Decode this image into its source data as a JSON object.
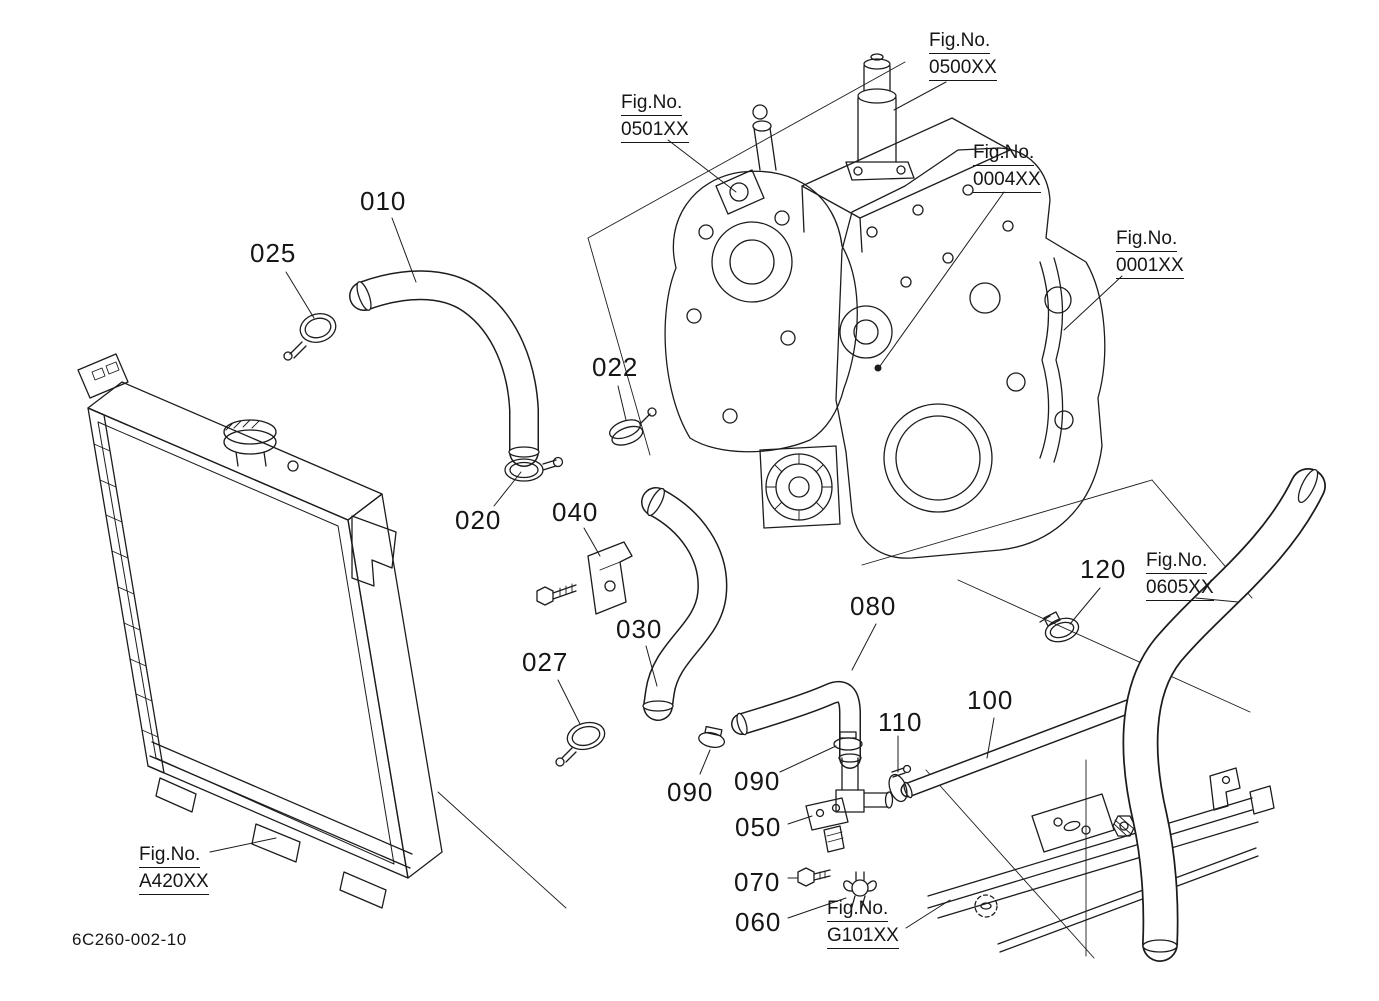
{
  "page": {
    "background_color": "#ffffff",
    "line_color": "#1c1c1c"
  },
  "drawing": {
    "code": "6C260-002-10"
  },
  "part_labels": [
    {
      "id": "010",
      "text": "010"
    },
    {
      "id": "025",
      "text": "025"
    },
    {
      "id": "022",
      "text": "022"
    },
    {
      "id": "020",
      "text": "020"
    },
    {
      "id": "040",
      "text": "040"
    },
    {
      "id": "030",
      "text": "030"
    },
    {
      "id": "027",
      "text": "027"
    },
    {
      "id": "080",
      "text": "080"
    },
    {
      "id": "120",
      "text": "120"
    },
    {
      "id": "100",
      "text": "100"
    },
    {
      "id": "110",
      "text": "110"
    },
    {
      "id": "090-left",
      "text": "090"
    },
    {
      "id": "090-right",
      "text": "090"
    },
    {
      "id": "050",
      "text": "050"
    },
    {
      "id": "070",
      "text": "070"
    },
    {
      "id": "060",
      "text": "060"
    }
  ],
  "fig_refs": [
    {
      "label": "Fig.No.",
      "number": "0500XX"
    },
    {
      "label": "Fig.No.",
      "number": "0501XX"
    },
    {
      "label": "Fig.No.",
      "number": "0004XX"
    },
    {
      "label": "Fig.No.",
      "number": "0001XX"
    },
    {
      "label": "Fig.No.",
      "number": "0605XX"
    },
    {
      "label": "Fig.No.",
      "number": "A420XX"
    },
    {
      "label": "Fig.No.",
      "number": "G101XX"
    }
  ]
}
